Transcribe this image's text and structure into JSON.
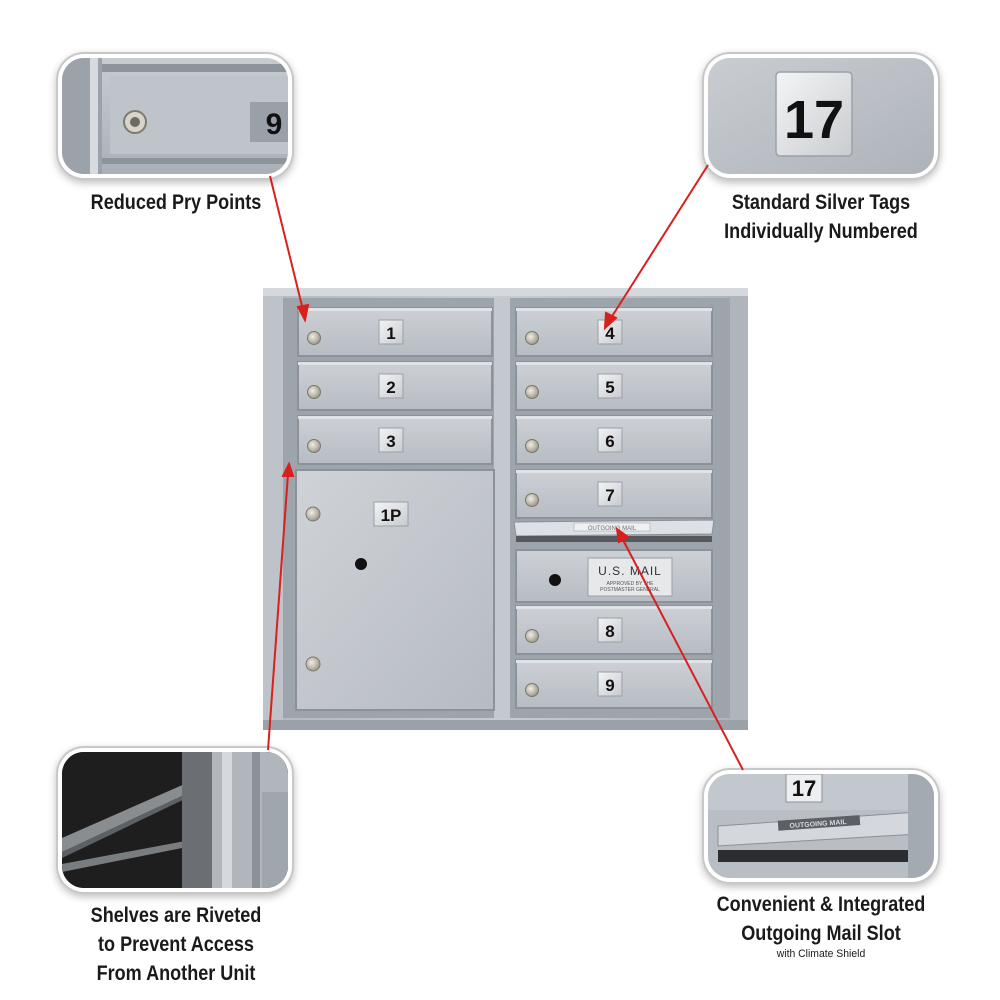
{
  "callouts": {
    "pry_points": {
      "lines": [
        "Reduced Pry Points"
      ]
    },
    "silver_tags": {
      "lines": [
        "Standard Silver Tags",
        "Individually Numbered"
      ]
    },
    "shelves": {
      "lines": [
        "Shelves are Riveted",
        "to Prevent Access",
        "From Another Unit"
      ]
    },
    "mail_slot": {
      "lines": [
        "Convenient & Integrated",
        "Outgoing Mail Slot"
      ],
      "note": "with Climate Shield"
    }
  },
  "inset_tags": {
    "pry_points": "9",
    "silver_tags": "17",
    "mail_slot": "17",
    "mail_slot_label": "OUTGOING MAIL"
  },
  "mailbox": {
    "left_doors": [
      "1",
      "2",
      "3"
    ],
    "parcel_door": "1P",
    "right_doors": [
      "4",
      "5",
      "6",
      "7"
    ],
    "outgoing_label": "OUTGOING MAIL",
    "usps_plate": {
      "title": "U.S. MAIL",
      "line1": "APPROVED BY THE",
      "line2": "POSTMASTER GENERAL"
    },
    "right_lower_doors": [
      "8",
      "9"
    ]
  },
  "colors": {
    "arrow": "#d8201e",
    "metal_light": "#c9cdd3",
    "metal_mid": "#b3b8bf",
    "metal_dark": "#8e949c",
    "caption_text": "#1a1a1a"
  }
}
